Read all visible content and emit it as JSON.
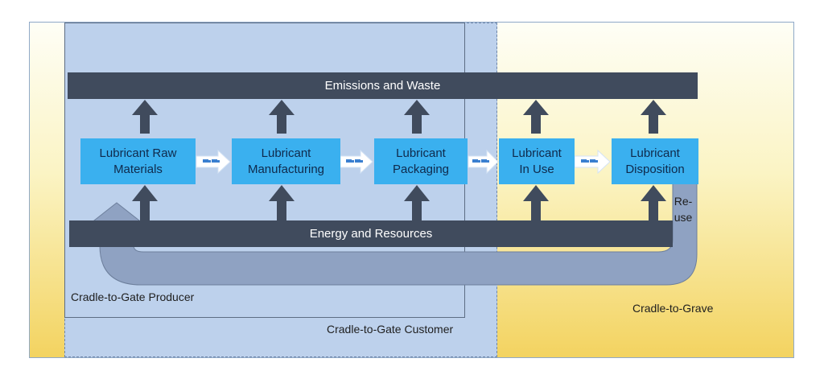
{
  "diagram": {
    "emissions_bar": "Emissions and Waste",
    "energy_bar": "Energy and Resources",
    "stages": [
      {
        "id": "raw-materials",
        "label": "Lubricant Raw\nMaterials"
      },
      {
        "id": "manufacturing",
        "label": "Lubricant\nManufacturing"
      },
      {
        "id": "packaging",
        "label": "Lubricant\nPackaging"
      },
      {
        "id": "in-use",
        "label": "Lubricant\nIn Use"
      },
      {
        "id": "disposition",
        "label": "Lubricant\nDisposition"
      }
    ],
    "reuse_label": "Re-\nuse",
    "zones": {
      "producer": "Cradle-to-Gate Producer",
      "customer": "Cradle-to-Gate Customer",
      "grave": "Cradle-to-Grave"
    },
    "transport_icon": "truck-icon",
    "colors": {
      "stage_box": "#3ab0ef",
      "bar": "#404b5d",
      "arrow": "#404b5d",
      "reuse_arrow": "#8fa2c2",
      "gate_zone": "#bdd1ec",
      "grave_zone": "#f3d360"
    }
  }
}
